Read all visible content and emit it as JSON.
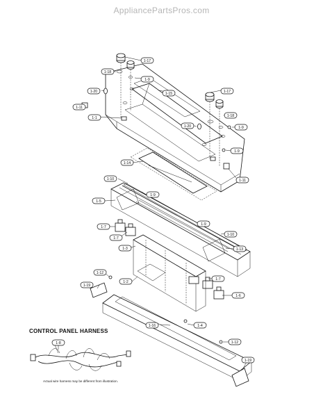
{
  "watermark": "AppliancePartsPros.com",
  "harness": {
    "title": "CONTROL PANEL HARNESS",
    "part_label": "1-8",
    "note": "Actual wire harness may be different from illustration."
  },
  "callouts": [
    {
      "id": "1-17"
    },
    {
      "id": "1-18"
    },
    {
      "id": "1-9"
    },
    {
      "id": "1-20"
    },
    {
      "id": "1-15"
    },
    {
      "id": "1-11"
    },
    {
      "id": "1-1"
    },
    {
      "id": "1-17"
    },
    {
      "id": "1-18"
    },
    {
      "id": "1-9"
    },
    {
      "id": "1-20"
    },
    {
      "id": "1-9"
    },
    {
      "id": "1-14"
    },
    {
      "id": "1-11"
    },
    {
      "id": "1-10"
    },
    {
      "id": "1-9"
    },
    {
      "id": "1-5"
    },
    {
      "id": "1-9"
    },
    {
      "id": "1-10"
    },
    {
      "id": "1-7"
    },
    {
      "id": "1-7"
    },
    {
      "id": "1-3"
    },
    {
      "id": "1-13"
    },
    {
      "id": "1-12"
    },
    {
      "id": "1-2"
    },
    {
      "id": "1-7"
    },
    {
      "id": "1-19"
    },
    {
      "id": "1-6"
    },
    {
      "id": "1-16"
    },
    {
      "id": "1-4"
    },
    {
      "id": "1-12"
    },
    {
      "id": "1-19"
    }
  ]
}
